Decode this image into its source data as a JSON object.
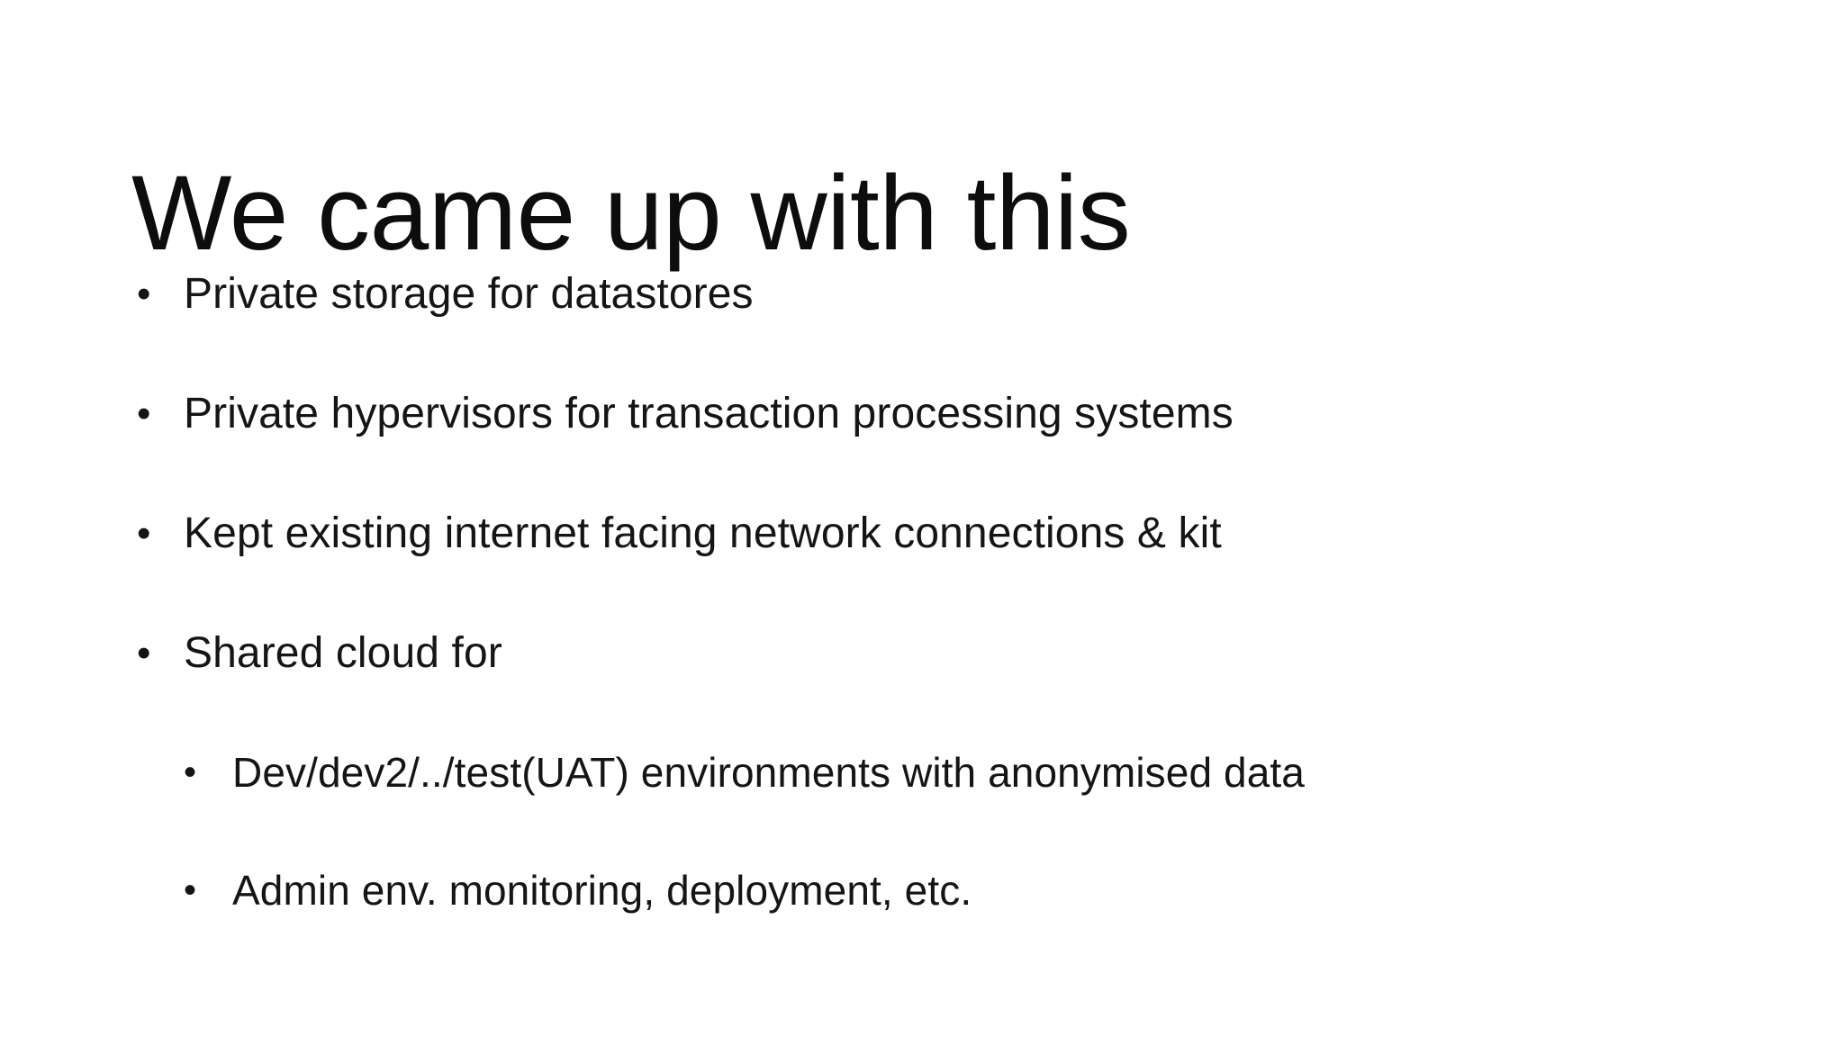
{
  "slide": {
    "background_color": "#ffffff",
    "text_color": "#151515",
    "title": "We came up with this",
    "bullet_glyph": "•",
    "content": [
      {
        "level": 1,
        "marker": "•",
        "text": "Private storage for datastores"
      },
      {
        "level": 1,
        "marker": "•",
        "text": "Private hypervisors for transaction processing systems"
      },
      {
        "level": 1,
        "marker": "•",
        "text": "Kept existing internet facing network connections & kit"
      },
      {
        "level": 1,
        "marker": "•",
        "text": "Shared cloud for"
      },
      {
        "level": 2,
        "marker": "•",
        "text": "Dev/dev2/../test(UAT) environments with anonymised data"
      },
      {
        "level": 2,
        "marker": "•",
        "text": "Admin env. monitoring, deployment, etc."
      }
    ]
  }
}
